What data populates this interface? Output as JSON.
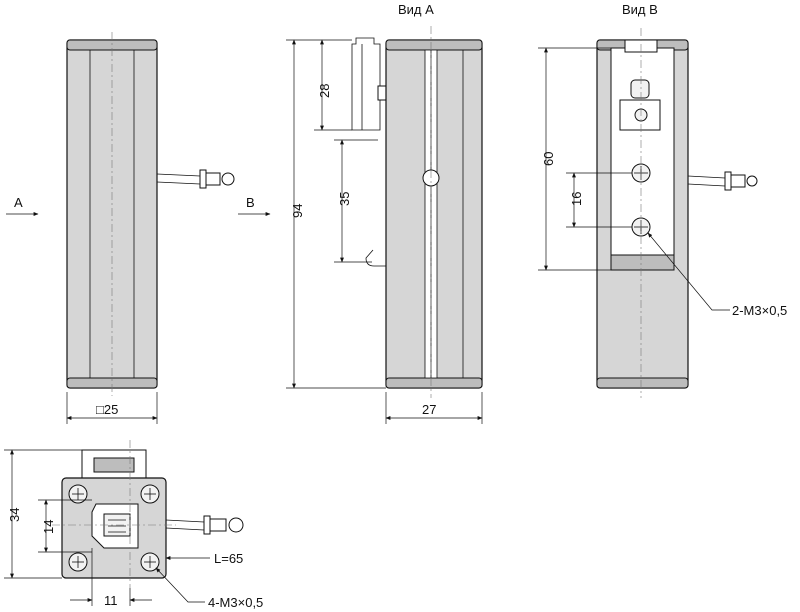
{
  "labels": {
    "view_a": "Вид A",
    "view_b": "Вид B",
    "arrow_a": "A",
    "arrow_b": "B",
    "dim_width_front": "□25",
    "dim_height": "94",
    "dim_28": "28",
    "dim_35": "35",
    "dim_depth": "27",
    "dim_60": "60",
    "dim_16": "16",
    "thread_side": "2-M3×0,5",
    "dim_34": "34",
    "dim_14": "14",
    "dim_11": "11",
    "cable_length": "L=65",
    "thread_bottom": "4-M3×0,5"
  },
  "colors": {
    "body_fill": "#d6d6d6",
    "line": "#111111"
  }
}
